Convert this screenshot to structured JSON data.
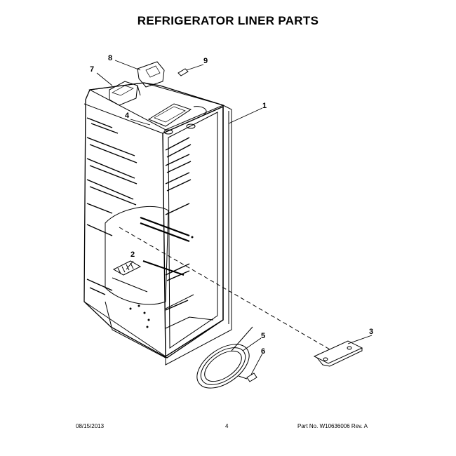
{
  "header": {
    "title": "REFRIGERATOR LINER PARTS"
  },
  "callouts": {
    "c1": "1",
    "c2": "2",
    "c3": "3",
    "c4": "4",
    "c5": "5",
    "c6": "6",
    "c7": "7",
    "c8": "8",
    "c9": "9"
  },
  "footer": {
    "date": "08/15/2013",
    "page": "4",
    "part_info": "Part No. W10636006  Rev. A"
  }
}
